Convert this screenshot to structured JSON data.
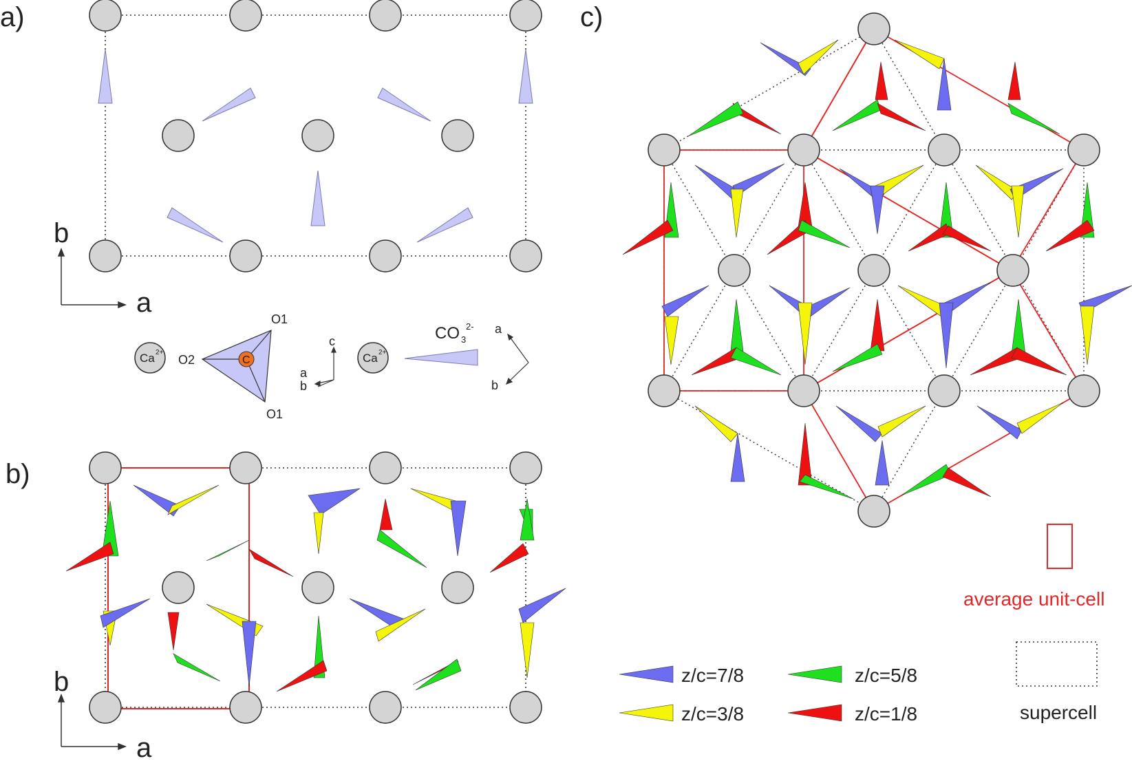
{
  "panels": {
    "a": {
      "label": "a)",
      "axis_b": "b",
      "axis_a": "a",
      "legend": {
        "ca_label": "Ca",
        "ca_charge": "2+",
        "o1_top": "O1",
        "o1_bottom": "O1",
        "o2": "O2",
        "carbon": "C",
        "triad_c": "c",
        "triad_a": "a",
        "triad_b": "b",
        "ca_label_2": "Ca",
        "ca_charge_2": "2+",
        "co3_label": "CO",
        "co3_sub": "3",
        "co3_charge": "2-",
        "triad2_a": "a",
        "triad2_b": "b"
      }
    },
    "b": {
      "label": "b)",
      "axis_b": "b",
      "axis_a": "a"
    },
    "c": {
      "label": "c)"
    }
  },
  "legend": {
    "items": [
      {
        "label": "z/c=7/8",
        "color": "#6c6cf0"
      },
      {
        "label": "z/c=5/8",
        "color": "#1ee01e"
      },
      {
        "label": "z/c=3/8",
        "color": "#f5f50a"
      },
      {
        "label": "z/c=1/8",
        "color": "#ee1111"
      }
    ],
    "average_unit_cell": "average unit-cell",
    "supercell": "supercell"
  },
  "colors": {
    "calcium": "#d4d4d4",
    "carbonate_a": "#c8c8f8",
    "red_cell": "#e32626",
    "carbon_atom": "#f07020"
  }
}
